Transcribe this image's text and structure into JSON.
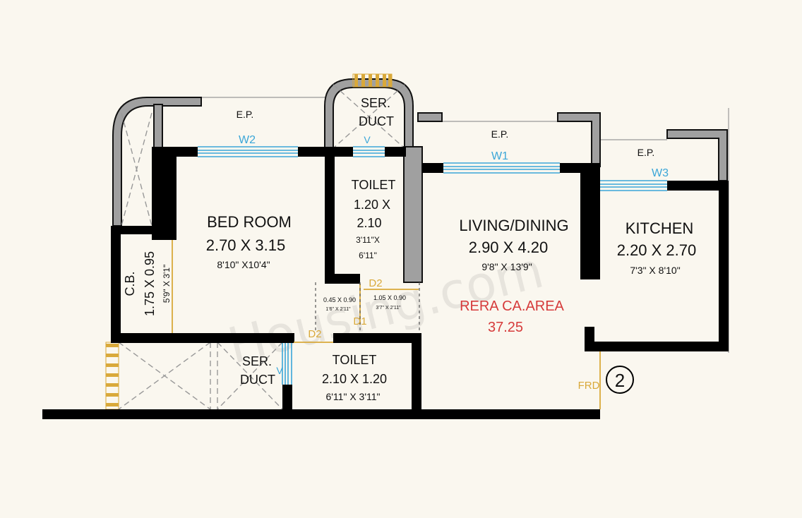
{
  "watermark": "Housing.com",
  "rooms": {
    "bedroom": {
      "name": "BED ROOM",
      "size": "2.70 X 3.15",
      "imperial": "8'10\" X10'4\""
    },
    "toilet1": {
      "name": "TOILET",
      "size_line1": "1.20 X",
      "size_line2": "2.10",
      "imperial_line1": "3'11\"X",
      "imperial_line2": "6'11\""
    },
    "living": {
      "name": "LIVING/DINING",
      "size": "2.90 X 4.20",
      "imperial": "9'8\" X 13'9\""
    },
    "kitchen": {
      "name": "KITCHEN",
      "size": "2.20 X 2.70",
      "imperial": "7'3\" X 8'10\""
    },
    "cb": {
      "name": "C.B.",
      "size": "1.75 X 0.95",
      "imperial": "5'9\" X 3'1\""
    },
    "toilet2": {
      "name": "TOILET",
      "size": "2.10 X 1.20",
      "imperial": "6'11\" X 3'11\""
    },
    "ser_duct_top": {
      "line1": "SER.",
      "line2": "DUCT"
    },
    "ser_duct_bottom": {
      "line1": "SER.",
      "line2": "DUCT"
    },
    "passage_left": {
      "size": "0.45 X 0.90",
      "imperial": "1'6\" X 2'11\""
    },
    "passage_right": {
      "size": "1.05 X 0.90",
      "imperial": "3'7\" X 2'11\""
    }
  },
  "labels": {
    "ep_left": "E.P.",
    "ep_mid": "E.P.",
    "ep_right": "E.P.",
    "w1": "W1",
    "w2": "W2",
    "w3": "W3",
    "v_top": "V",
    "v_bottom": "V",
    "d1": "D1",
    "d2_top": "D2",
    "d2_bottom": "D2",
    "frd": "FRD",
    "unit_number": "2"
  },
  "rera": {
    "title": "RERA CA.AREA",
    "value": "37.25"
  },
  "colors": {
    "background": "#faf7ef",
    "wall": "#000000",
    "window": "#3aa6d8",
    "door": "#d9a93a",
    "rera": "#d63b3b",
    "grey_wall": "#a0a0a0"
  }
}
